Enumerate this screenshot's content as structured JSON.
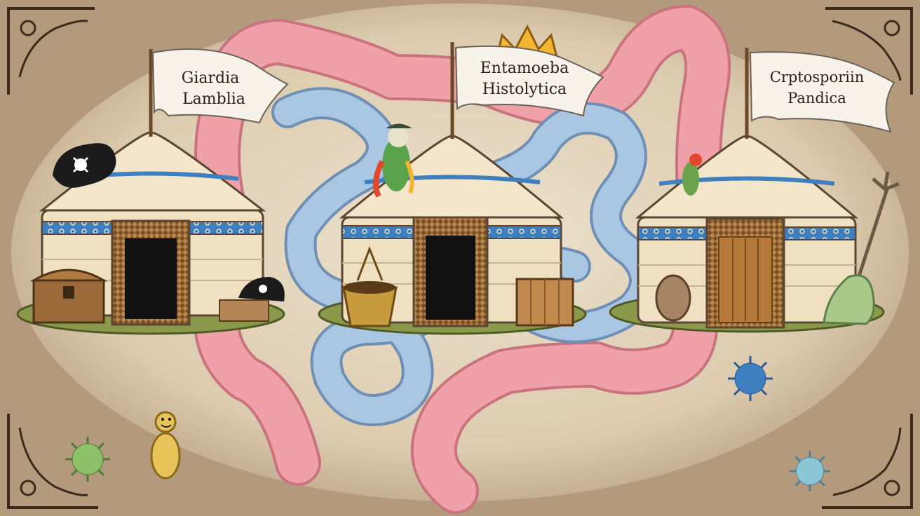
{
  "flags": [
    {
      "line1": "Giardia",
      "line2": "Lamblia"
    },
    {
      "line1": "Entamoeba",
      "line2": "Histolytica"
    },
    {
      "line1": "Crptosporiin",
      "line2": "Pandica"
    }
  ],
  "colors": {
    "background": "#b39a7c",
    "parchment": "#e9dcc3",
    "large_intestine": "#f0a0a8",
    "small_intestine": "#a9c6e2",
    "yurt_felt": "#f3e6cb",
    "yurt_trim": "#3e7fc0",
    "grass": "#8a9a4a"
  },
  "icons": [
    "ornate-corner",
    "intestine-illustration",
    "yurt-icon",
    "pirate-hat-icon",
    "treasure-chest-icon",
    "parrot-icon",
    "crown-icon",
    "basket-icon",
    "wooden-crate-icon",
    "trident-icon",
    "microbe-icon",
    "cartoon-creature-icon"
  ]
}
